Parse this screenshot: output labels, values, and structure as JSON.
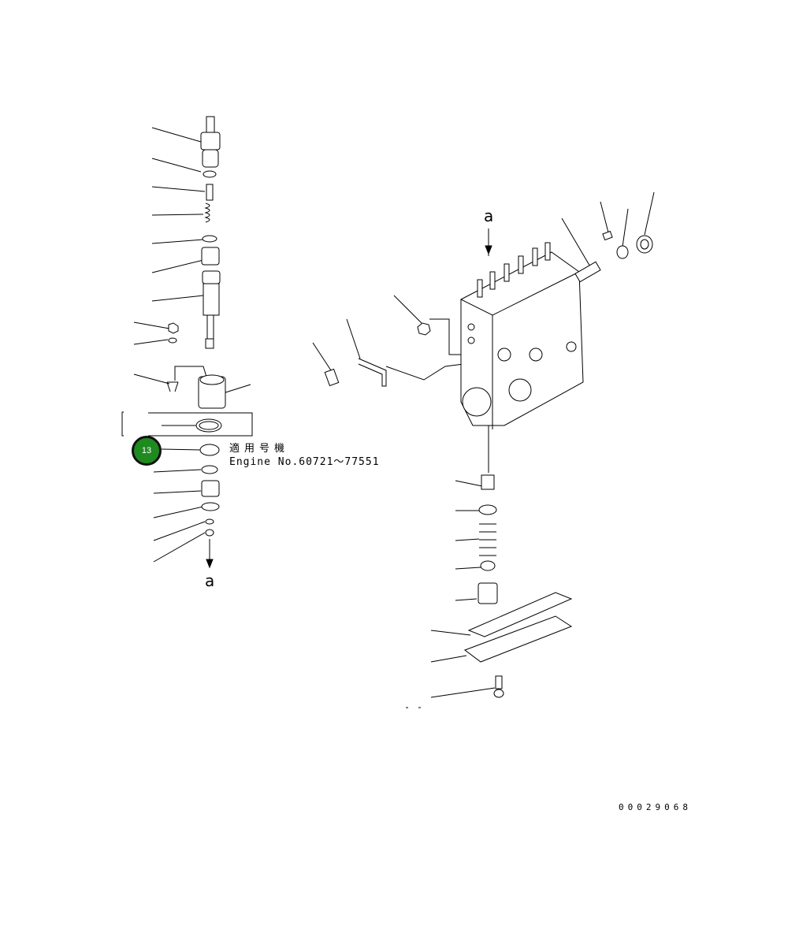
{
  "diagram": {
    "applicability_title": "適用号機",
    "applicability_serial": "Engine No.60721～77551",
    "section_marker_top": "a",
    "section_marker_bottom": "a",
    "drawing_id": "00029068",
    "callout": {
      "label": "13",
      "color": "#1f8a1f"
    }
  }
}
